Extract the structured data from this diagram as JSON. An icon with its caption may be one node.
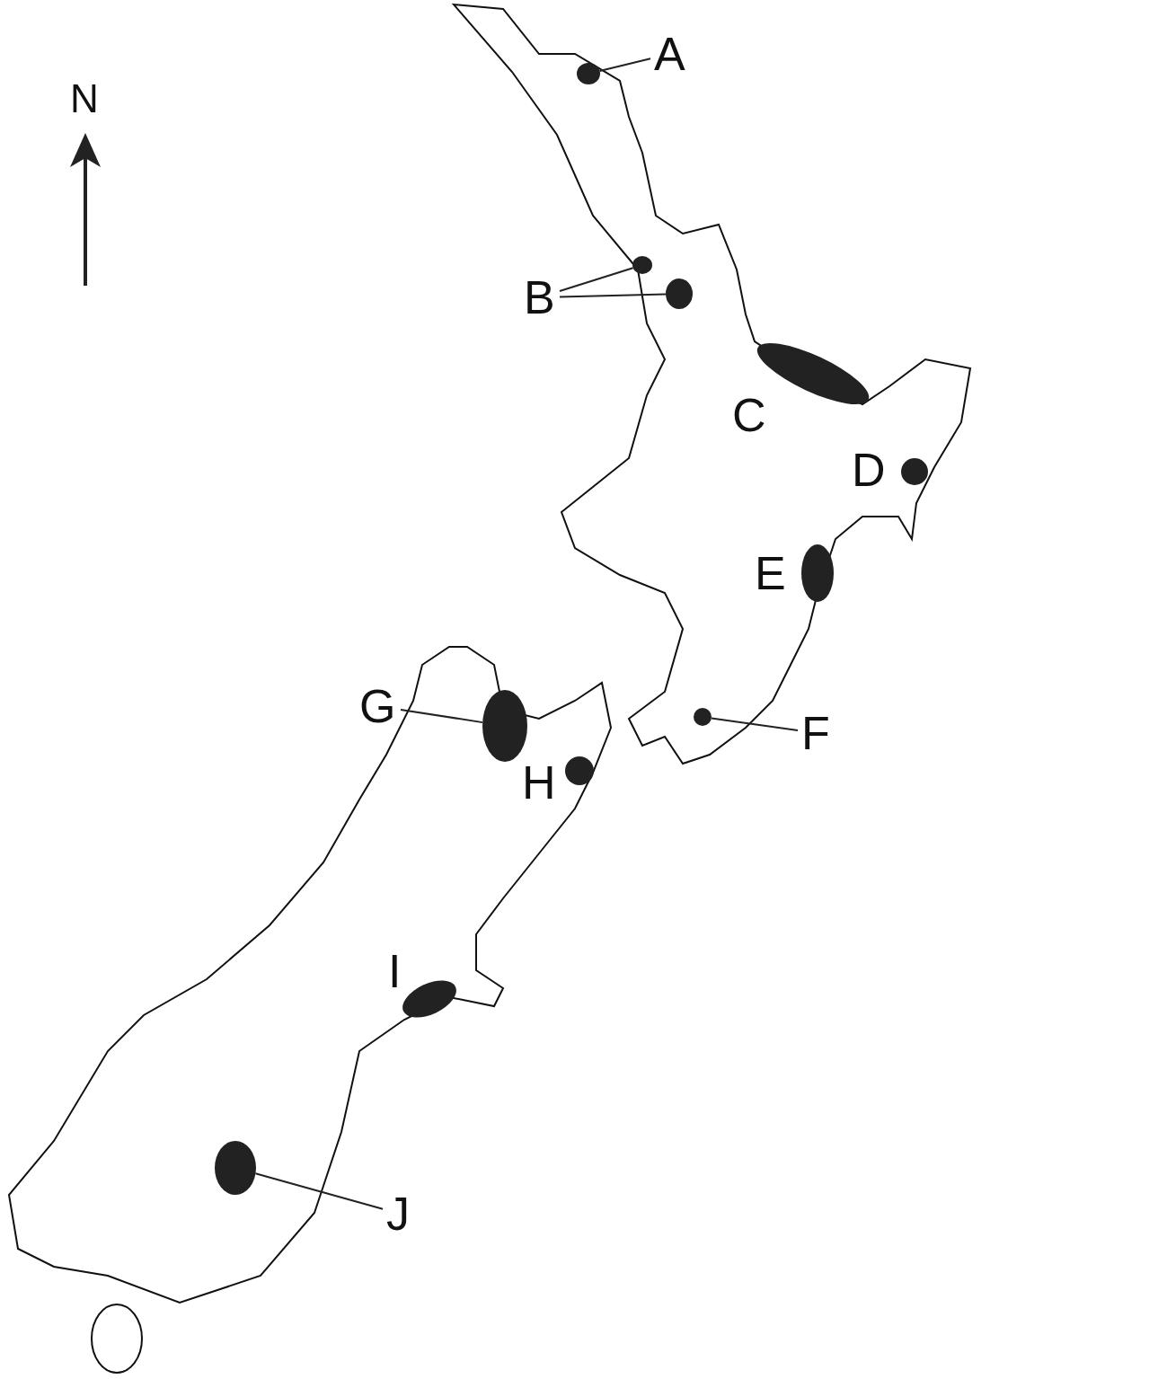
{
  "diagram": {
    "nodes": [
      {
        "text": [
          "A"
        ]
      },
      {
        "text": [],
        "shape": "circle"
      },
      {
        "text": [
          "B"
        ]
      },
      {
        "text": [],
        "shape": "circle"
      },
      {
        "text": [],
        "shape": "circle"
      },
      {
        "text": [
          "F"
        ]
      },
      {
        "text": [],
        "shape": "circle"
      },
      {
        "text": [
          "G"
        ]
      },
      {
        "text": [],
        "shape": "circle"
      },
      {
        "text": [
          "J"
        ]
      },
      {
        "text": [],
        "shape": "circle"
      }
    ],
    "edges": [
      {
        "from": 0,
        "to": 1,
        "arrow": "none"
      },
      {
        "from": 2,
        "to": 3,
        "arrow": "none"
      },
      {
        "from": 2,
        "to": 4,
        "arrow": "none"
      },
      {
        "from": 5,
        "to": 6,
        "arrow": "none"
      },
      {
        "from": 7,
        "to": 8,
        "arrow": "none"
      },
      {
        "from": 9,
        "to": 10,
        "arrow": "none"
      }
    ],
    "labels": [
      "N",
      "C",
      "D",
      "E",
      "H",
      "I"
    ]
  }
}
